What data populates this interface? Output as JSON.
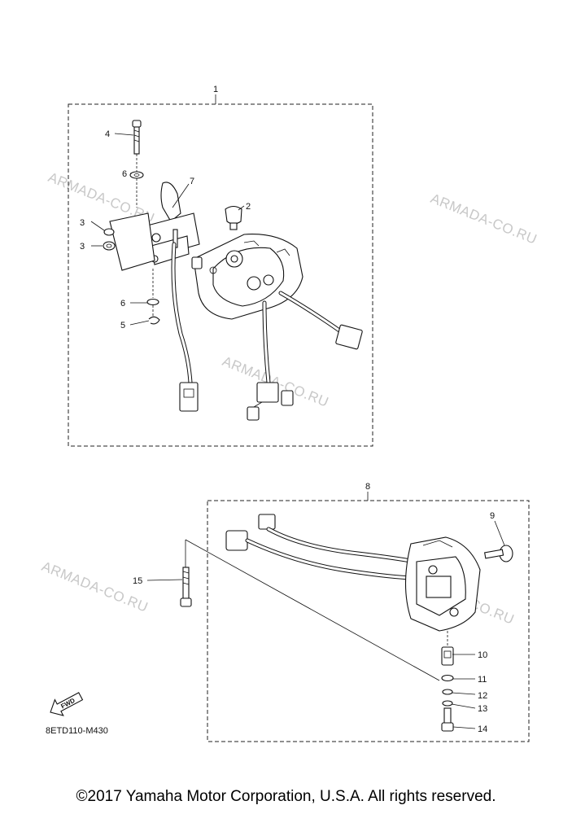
{
  "watermark": "ARMADA-CO.RU",
  "callouts": {
    "c1": "1",
    "c2": "2",
    "c3a": "3",
    "c3b": "3",
    "c4": "4",
    "c5": "5",
    "c6a": "6",
    "c6b": "6",
    "c7": "7",
    "c8": "8",
    "c9": "9",
    "c10": "10",
    "c11": "11",
    "c12": "12",
    "c13": "13",
    "c14": "14",
    "c15": "15"
  },
  "fwd_label": "FWD",
  "diagram_code": "8ETD110-M430",
  "footer": "©2017 Yamaha Motor Corporation, U.S.A. All rights reserved."
}
